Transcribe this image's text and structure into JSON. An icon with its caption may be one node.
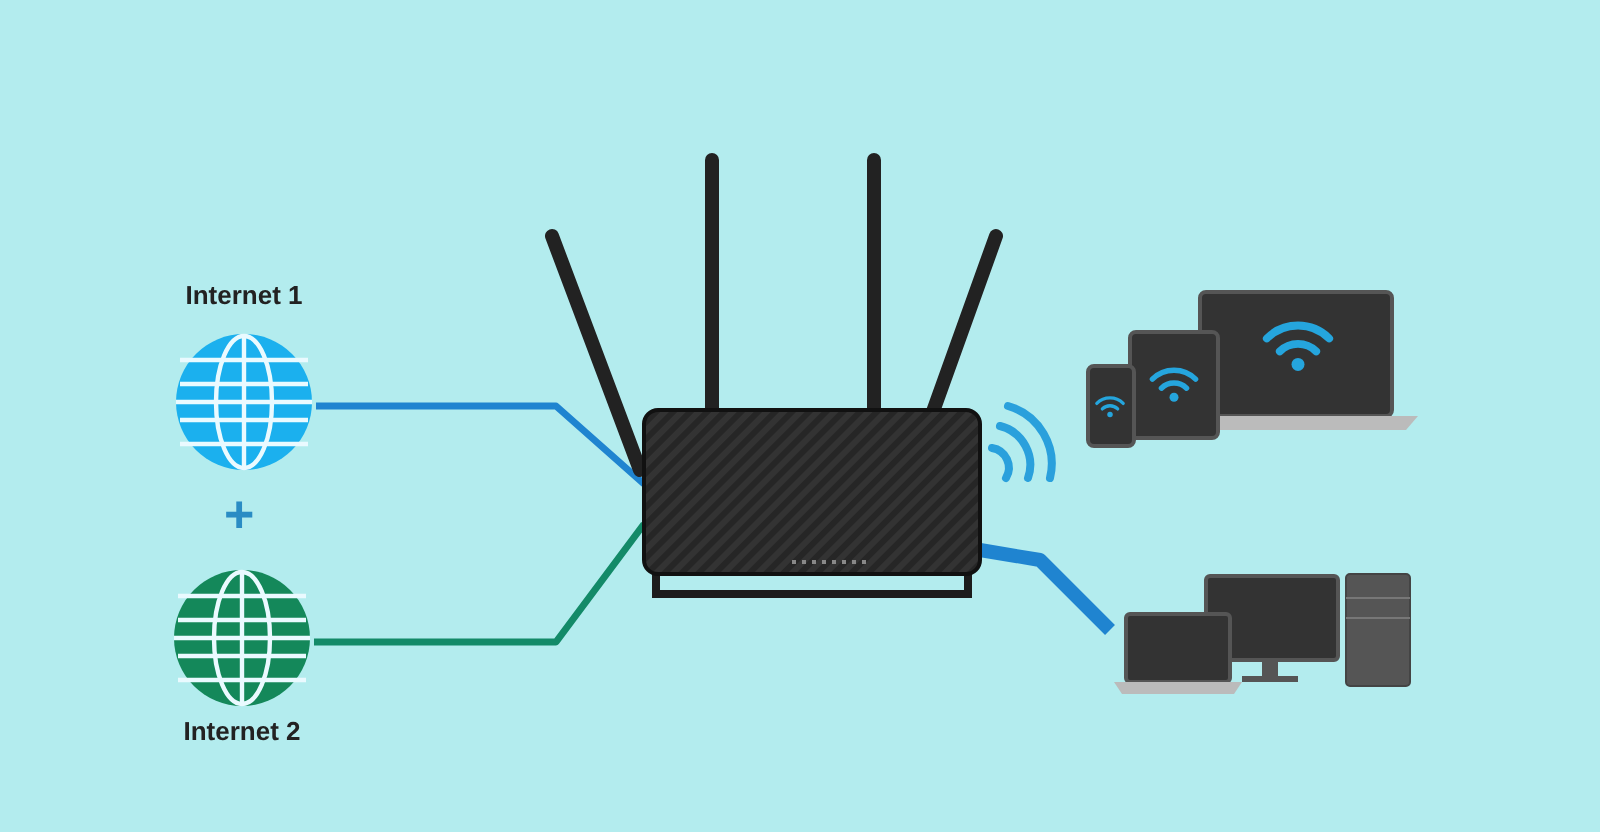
{
  "diagram": {
    "nodes": [
      {
        "text": [
          "Internet 1"
        ]
      },
      {
        "text": [
          "Internet 2"
        ]
      },
      {
        "text": [],
        "shape": "picture"
      },
      {
        "text": [],
        "shape": "picture"
      },
      {
        "text": [],
        "shape": "picture"
      }
    ],
    "edges": [
      {
        "from": 0,
        "to": 2,
        "arrow": "none"
      },
      {
        "from": 1,
        "to": 2,
        "arrow": "none",
        "color": "#138a68"
      },
      {
        "from": 2,
        "to": 4,
        "arrow": "none",
        "style": "thick"
      }
    ],
    "labels": [
      "+"
    ]
  }
}
